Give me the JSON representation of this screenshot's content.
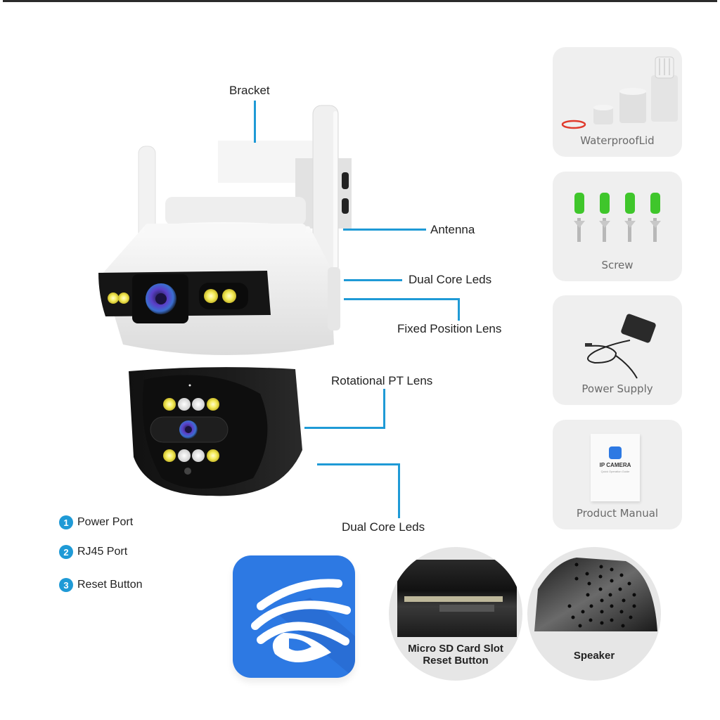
{
  "callouts": {
    "bracket": "Bracket",
    "antenna": "Antenna",
    "dual_core_leds_top": "Dual Core Leds",
    "fixed_position_lens": "Fixed Position Lens",
    "rotational_pt_lens": "Rotational PT Lens",
    "dual_core_leds_bottom": "Dual Core Leds"
  },
  "accessories": [
    {
      "label": "WaterproofLid",
      "icon": "waterproof-lid-icon"
    },
    {
      "label": "Screw",
      "icon": "screw-icon"
    },
    {
      "label": "Power Supply",
      "icon": "power-adapter-icon"
    },
    {
      "label": "Product Manual",
      "icon": "manual-booklet-icon"
    }
  ],
  "manual": {
    "title": "IP CAMERA",
    "subtitle": "Quick Operation Guide"
  },
  "legend": [
    {
      "num": "1",
      "label": "Power Port"
    },
    {
      "num": "2",
      "label": "RJ45 Port"
    },
    {
      "num": "3",
      "label": "Reset Button"
    }
  ],
  "details": {
    "sd_line1": "Micro SD Card Slot",
    "sd_line2": "Reset Button",
    "speaker": "Speaker"
  },
  "colors": {
    "callout_line": "#1f9ad6",
    "app_icon_blue": "#2d79e3",
    "card_bg": "#efefef"
  }
}
